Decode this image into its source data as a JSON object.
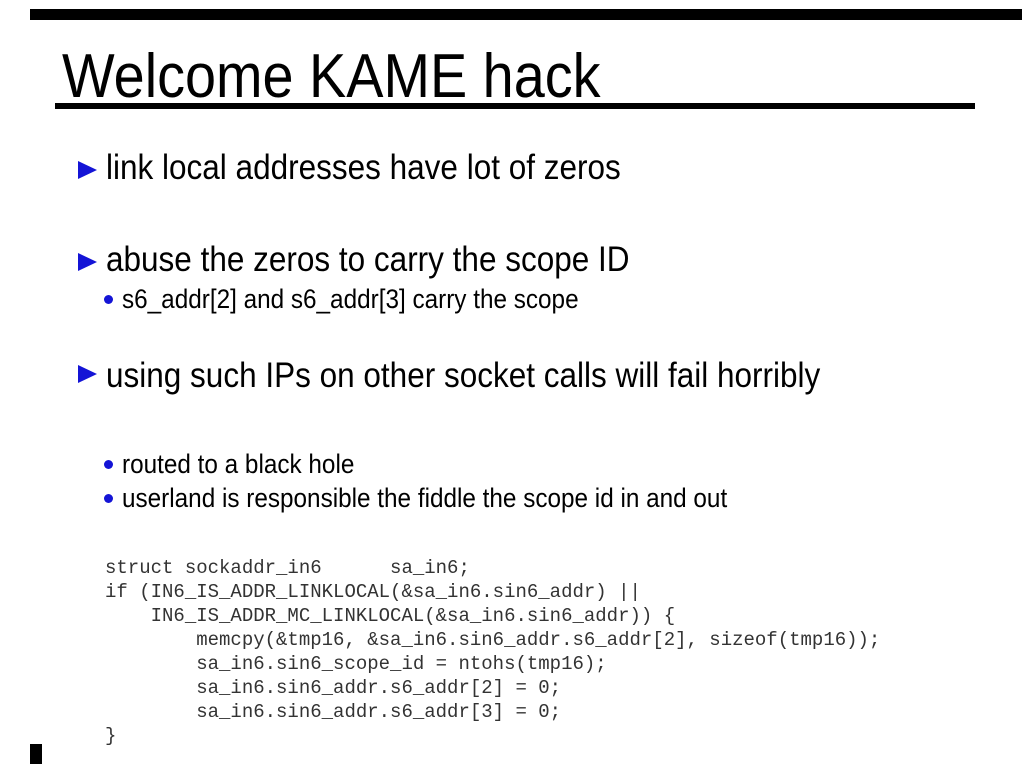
{
  "slide": {
    "title": "Welcome KAME hack",
    "bullets": {
      "b1": "link local addresses have lot of zeros",
      "b2": "abuse the zeros to carry the scope ID",
      "b2_sub1": "s6_addr[2] and s6_addr[3] carry the scope",
      "b3": "using such IPs on other socket calls will fail horribly",
      "b3_sub1": "routed to a black hole",
      "b3_sub2": "userland is responsible the fiddle the scope id in and out"
    },
    "code_lines": [
      "struct sockaddr_in6      sa_in6;",
      "if (IN6_IS_ADDR_LINKLOCAL(&sa_in6.sin6_addr) ||",
      "    IN6_IS_ADDR_MC_LINKLOCAL(&sa_in6.sin6_addr)) {",
      "        memcpy(&tmp16, &sa_in6.sin6_addr.s6_addr[2], sizeof(tmp16));",
      "        sa_in6.sin6_scope_id = ntohs(tmp16);",
      "        sa_in6.sin6_addr.s6_addr[2] = 0;",
      "        sa_in6.sin6_addr.s6_addr[3] = 0;",
      "}"
    ],
    "colors": {
      "bullet_marker": "#1414d6",
      "title_text": "#000000",
      "body_text": "#000000",
      "code_text": "#333333",
      "decoration": "#000000",
      "background": "#ffffff"
    }
  }
}
